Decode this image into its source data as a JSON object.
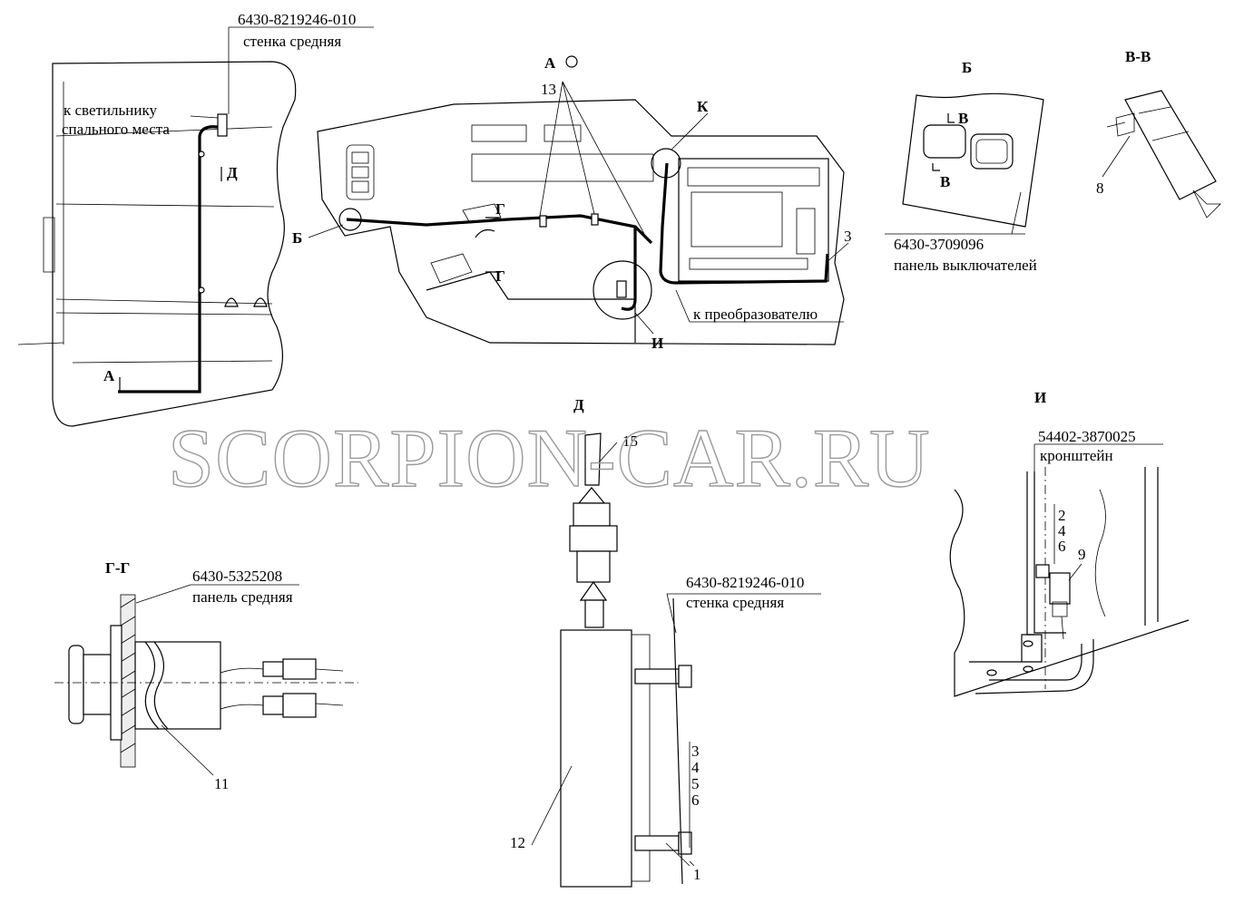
{
  "watermark": "SCORPION-CAR.RU",
  "view_a": {
    "title": "А",
    "part_number": "6430-8219246-010",
    "part_name": "стенка средняя",
    "note_light_1": "к светильнику",
    "note_light_2": "спального места",
    "arrow_d": "Д",
    "arrow_a": "А"
  },
  "main_view": {
    "title": "А",
    "callout_13": "13",
    "callout_k": "К",
    "callout_b": "Б",
    "callout_g_top": "Г",
    "callout_g_bottom": "Г",
    "callout_3": "3",
    "callout_i": "И",
    "note_converter": "к преобразователю"
  },
  "view_b": {
    "title": "Б",
    "v_top": "В",
    "v_bottom": "В",
    "part_number": "6430-3709096",
    "part_name": "панель выключателей"
  },
  "view_vv": {
    "title": "В-В",
    "callout_8": "8"
  },
  "view_gg": {
    "title": "Г-Г",
    "part_number": "6430-5325208",
    "part_name": "панель средняя",
    "callout_11": "11"
  },
  "view_d": {
    "title": "Д",
    "callout_15": "15",
    "part_number": "6430-8219246-010",
    "part_name": "стенка средняя",
    "callout_12": "12",
    "stack": [
      "3",
      "4",
      "5",
      "6"
    ],
    "callout_1": "1"
  },
  "view_i": {
    "title": "И",
    "part_number": "54402-3870025",
    "part_name": "кронштейн",
    "stack": [
      "2",
      "4",
      "6"
    ],
    "callout_9": "9"
  }
}
